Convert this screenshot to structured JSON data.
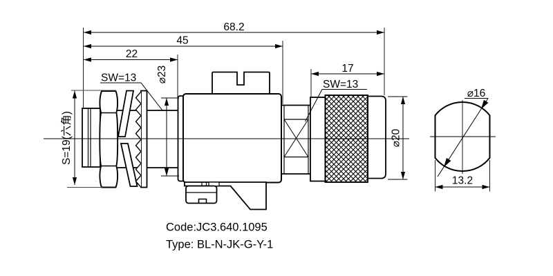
{
  "colors": {
    "ink": "#000000",
    "paper": "#ffffff"
  },
  "main_view": {
    "dim_overall_length": "68.2",
    "dim_body_length": "45",
    "dim_rear_length": "22",
    "dim_coupling_length": "17",
    "label_wrench_left": "SW=13",
    "label_wrench_right": "SW=13",
    "label_hex_across_flats": "S=19(六角)",
    "dim_washer_diameter": "⌀23",
    "dim_coupling_diameter": "⌀20"
  },
  "end_view": {
    "dim_plug_diameter": "⌀16",
    "dim_across_flats": "13.2"
  },
  "footer": {
    "code_line": "Code:JC3.640.1095",
    "type_line": "Type: BL-N-JK-G-Y-1"
  }
}
